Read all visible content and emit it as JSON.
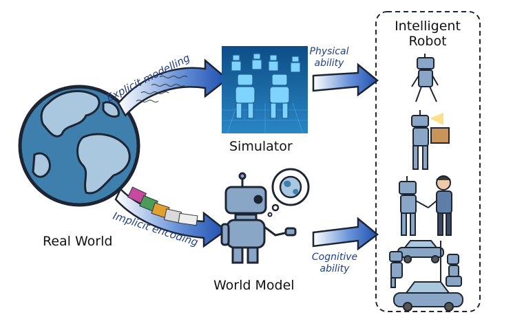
{
  "labels": {
    "real_world": "Real World",
    "simulator": "Simulator",
    "world_model": "World Model",
    "intelligent_robot_line1": "Intelligent",
    "intelligent_robot_line2": "Robot",
    "explicit_modelling": "Explicit modelling",
    "implicit_encoding": "Implicit encoding",
    "physical_ability_line1": "Physical",
    "physical_ability_line2": "ability",
    "cognitive_ability_line1": "Cognitive",
    "cognitive_ability_line2": "ability"
  },
  "colors": {
    "arrow_blue": "#1f4fb0",
    "ocean": "#3f7fae",
    "land": "#a9c7de",
    "robot": "#8aa6c6",
    "outline": "#1d2533"
  },
  "icons": {
    "globe": "globe-icon",
    "simulator": "simulator-scene-icon",
    "world_model": "robot-thinking-icon",
    "robots": [
      "walking-robot-icon",
      "box-carrying-robot-icon",
      "handshake-robot-icon",
      "car-assembly-robot-icon"
    ]
  }
}
